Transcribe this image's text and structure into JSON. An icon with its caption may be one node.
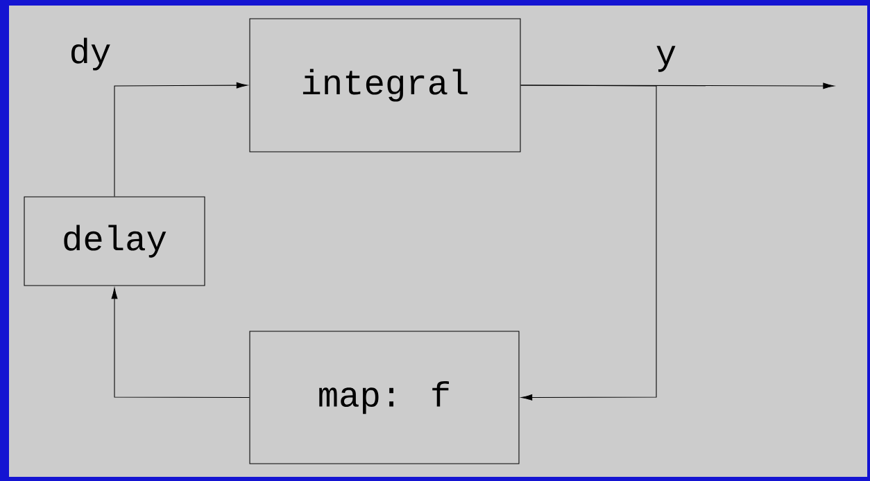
{
  "diagram": {
    "nodes": [
      {
        "text": [
          "integral"
        ]
      },
      {
        "text": [
          "delay"
        ]
      },
      {
        "text": [
          "map: f"
        ]
      }
    ],
    "edges": [
      {
        "from": 1,
        "to": 0,
        "arrow": "to",
        "label": "dy"
      },
      {
        "from": 0,
        "to": null,
        "arrow": "to",
        "label": "y"
      },
      {
        "from": 0,
        "to": 2,
        "arrow": "to"
      },
      {
        "from": 2,
        "to": 1,
        "arrow": "to"
      }
    ]
  }
}
